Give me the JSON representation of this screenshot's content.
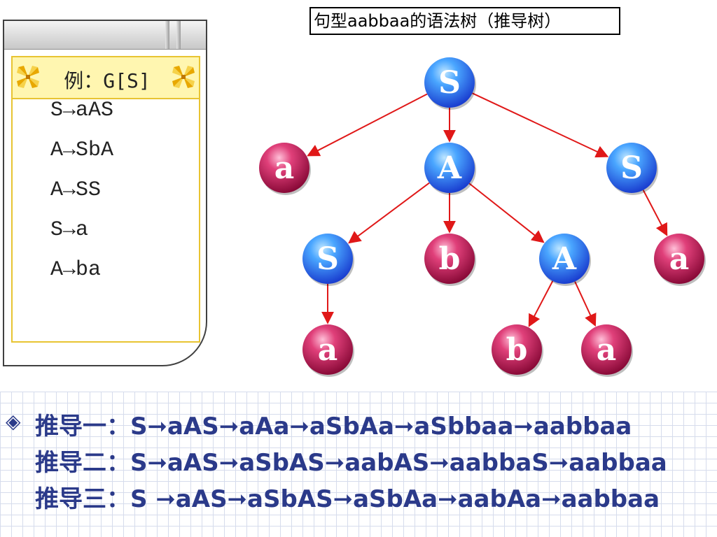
{
  "grammar_panel": {
    "title": "例：G[S]",
    "rules": [
      "S→aAS",
      "A→SbA",
      "A→SS",
      "S→a",
      "A→ba"
    ]
  },
  "tree": {
    "title": "句型aabbaa的语法树（推导树）",
    "colors": {
      "nonterminal": "#2f7df0",
      "terminal": "#c8245e",
      "edge": "#e01818"
    },
    "nodes": [
      {
        "id": "n0",
        "label": "S",
        "kind": "nonterminal"
      },
      {
        "id": "n1",
        "label": "a",
        "kind": "terminal"
      },
      {
        "id": "n2",
        "label": "A",
        "kind": "nonterminal"
      },
      {
        "id": "n3",
        "label": "S",
        "kind": "nonterminal"
      },
      {
        "id": "n4",
        "label": "S",
        "kind": "nonterminal"
      },
      {
        "id": "n5",
        "label": "b",
        "kind": "terminal"
      },
      {
        "id": "n6",
        "label": "A",
        "kind": "nonterminal"
      },
      {
        "id": "n7",
        "label": "a",
        "kind": "terminal"
      },
      {
        "id": "n8",
        "label": "a",
        "kind": "terminal"
      },
      {
        "id": "n9",
        "label": "b",
        "kind": "terminal"
      },
      {
        "id": "n10",
        "label": "a",
        "kind": "terminal"
      }
    ],
    "edges": [
      [
        "n0",
        "n1"
      ],
      [
        "n0",
        "n2"
      ],
      [
        "n0",
        "n3"
      ],
      [
        "n2",
        "n4"
      ],
      [
        "n2",
        "n5"
      ],
      [
        "n2",
        "n6"
      ],
      [
        "n3",
        "n7"
      ],
      [
        "n4",
        "n8"
      ],
      [
        "n6",
        "n9"
      ],
      [
        "n6",
        "n10"
      ]
    ]
  },
  "derivations": {
    "bullet": "◈",
    "items": [
      "推导一：S➞aAS➞aAa➞aSbAa➞aSbbaa➞aabbaa",
      "推导二：S➞aAS➞aSbAS➞aabAS➞aabbaS➞aabbaa",
      "推导三：S ➞aAS➞aSbAS➞aSbAa➞aabAa➞aabbaa"
    ]
  }
}
